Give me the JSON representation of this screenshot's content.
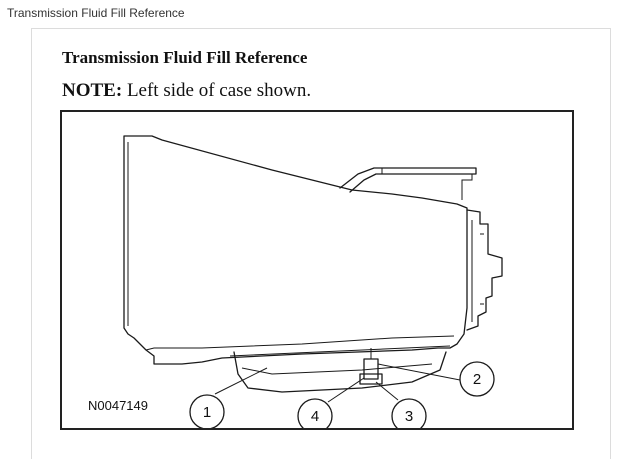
{
  "page": {
    "caption": "Transmission Fluid Fill Reference"
  },
  "document": {
    "title": "Transmission Fluid Fill Reference",
    "note_label": "NOTE:",
    "note_text": "Left side of case shown."
  },
  "figure": {
    "code": "N0047149",
    "callouts": [
      "1",
      "2",
      "3",
      "4"
    ]
  },
  "colors": {
    "line": "#1a1a1a",
    "border": "#dcdcdc",
    "caption_text": "#333333"
  }
}
